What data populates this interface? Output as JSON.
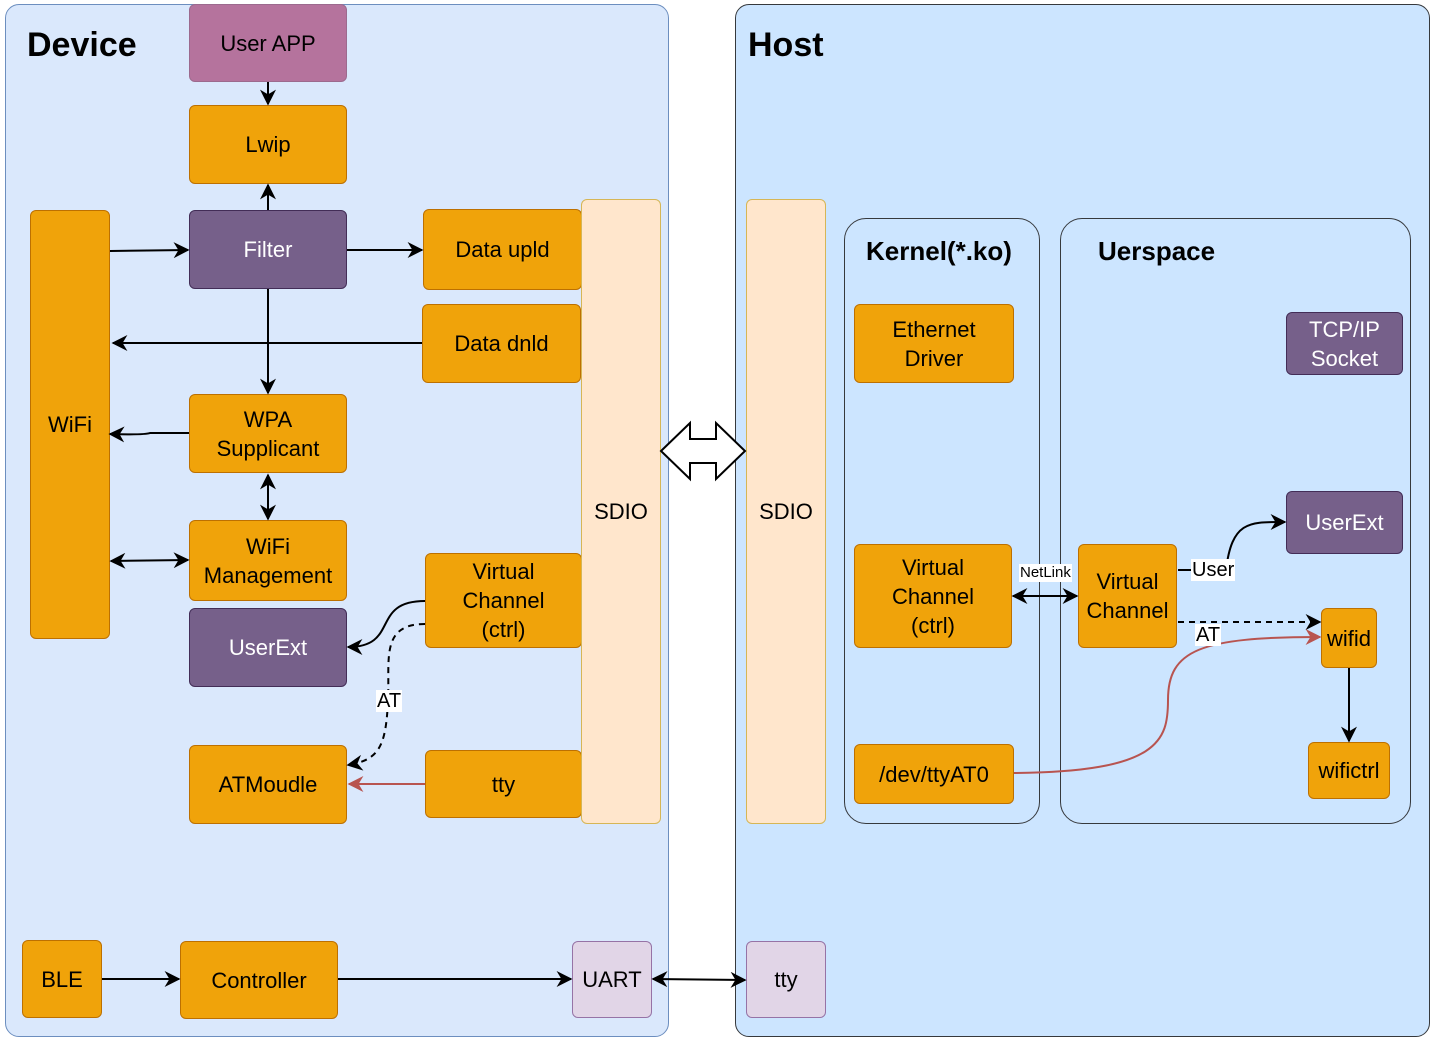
{
  "device": {
    "title": "Device",
    "blocks": {
      "user_app": "User APP",
      "lwip": "Lwip",
      "filter": "Filter",
      "data_upld": "Data upld",
      "data_dnld": "Data dnld",
      "wifi": "WiFi",
      "wpa_supplicant": "WPA\nSupplicant",
      "wifi_management": "WiFi\nManagement",
      "virtual_channel": "Virtual\nChannel\n(ctrl)",
      "userext": "UserExt",
      "atmodule": "ATMoudle",
      "tty": "tty",
      "sdio": "SDIO",
      "ble": "BLE",
      "controller": "Controller",
      "uart": "UART"
    },
    "edge_labels": {
      "at": "AT"
    }
  },
  "host": {
    "title": "Host",
    "sdio": "SDIO",
    "tty": "tty",
    "kernel": {
      "title": "Kernel(*.ko)",
      "ethernet_driver": "Ethernet\nDriver",
      "virtual_channel": "Virtual\nChannel\n(ctrl)",
      "dev_tty": "/dev/ttyAT0"
    },
    "userspace": {
      "title": "Uerspace",
      "tcpip_socket": "TCP/IP\nSocket",
      "userext": "UserExt",
      "virtual_channel": "Virtual\nChannel",
      "wifid": "wifid",
      "wifictrl": "wifictrl"
    },
    "edge_labels": {
      "netlink": "NetLink",
      "user": "User",
      "at": "AT"
    }
  },
  "colors": {
    "device_bg": "#dae8fc",
    "host_bg": "#cce5ff",
    "module_orange": "#f0a30a",
    "module_purple": "#76608a",
    "user_app_pink": "#b5739d",
    "sdio_peach": "#ffe6cc",
    "uart_lilac": "#e1d5e7",
    "tty_link_red": "#b85450"
  }
}
